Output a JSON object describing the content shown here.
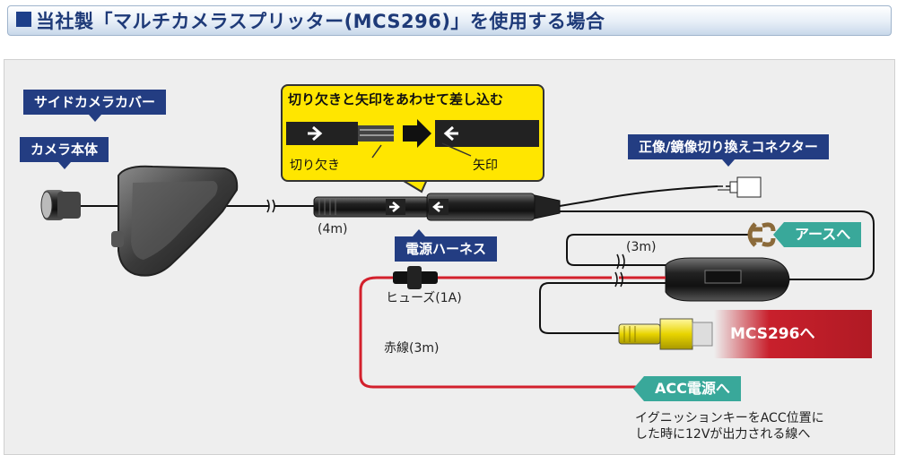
{
  "header": {
    "title": "当社製「マルチカメラスプリッター(MCS296)」を使用する場合"
  },
  "labels": {
    "side_camera_cover": "サイドカメラカバー",
    "camera_body": "カメラ本体",
    "callout_title": "切り欠きと矢印をあわせて差し込む",
    "notch": "切り欠き",
    "arrow_mark": "矢印",
    "selector_connector": "正像/鏡像切り換えコネクター",
    "length_4m": "(4m)",
    "power_harness": "電源ハーネス",
    "length_3m": "(3m)",
    "to_ground": "アースへ",
    "fuse": "ヒューズ(1A)",
    "red_wire": "赤線(3m)",
    "to_mcs296": "MCS296へ",
    "to_acc": "ACC電源へ",
    "acc_note_line1": "イグニッションキーをACC位置に",
    "acc_note_line2": "した時に12Vが出力される線へ"
  },
  "colors": {
    "header_text": "#1e3a78",
    "tag_navy": "#233d82",
    "teal": "#39a89a",
    "red_tag": "#c8202c",
    "red_wire": "#d3202c",
    "callout": "#ffe600"
  }
}
